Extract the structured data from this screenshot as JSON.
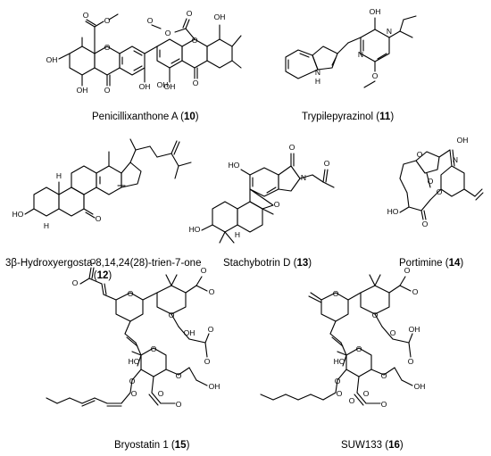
{
  "compounds": [
    {
      "name": "Penicillixanthone A",
      "number": "10",
      "atoms": [
        "O",
        "O",
        "OH",
        "OH",
        "O",
        "O",
        "OH",
        "OH",
        "O",
        "O",
        "O",
        "OH",
        "OH",
        "O",
        "O"
      ]
    },
    {
      "name": "Trypilepyrazinol",
      "number": "11",
      "atoms": [
        "OH",
        "N",
        "N",
        "N",
        "H",
        "O"
      ]
    },
    {
      "name": "3β-Hydroxyergosta-8,14,24(28)-trien-7-one",
      "number": "12",
      "atoms": [
        "HO",
        "H",
        "H",
        "O"
      ]
    },
    {
      "name": "Stachybotrin D",
      "number": "13",
      "atoms": [
        "HO",
        "O",
        "N",
        "O",
        "O",
        "HO",
        "H"
      ]
    },
    {
      "name": "Portimine",
      "number": "14",
      "atoms": [
        "OH",
        "O",
        "O",
        "N",
        "HO",
        "O",
        "O"
      ]
    },
    {
      "name": "Bryostatin 1",
      "number": "15",
      "atoms": [
        "O",
        "O",
        "O",
        "O",
        "O",
        "HO",
        "O",
        "O",
        "OH",
        "O",
        "O",
        "O",
        "OH",
        "O",
        "O",
        "O",
        "O"
      ]
    },
    {
      "name": "SUW133",
      "number": "16",
      "atoms": [
        "O",
        "O",
        "O",
        "O",
        "HO",
        "O",
        "O",
        "OH",
        "O",
        "O",
        "O",
        "OH",
        "O",
        "O",
        "O",
        "O"
      ]
    }
  ]
}
